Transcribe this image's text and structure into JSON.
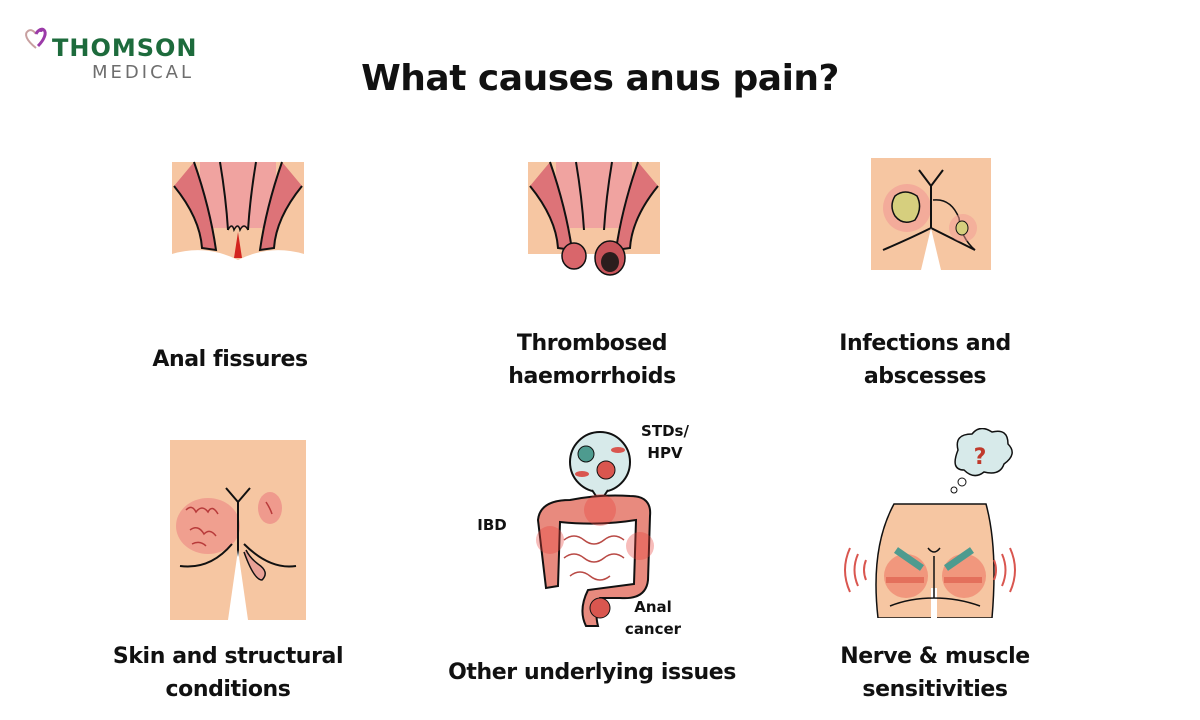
{
  "logo": {
    "line1": "THOMSON",
    "line2": "MEDICAL",
    "colors": {
      "green": "#1d6b3c",
      "grey": "#6e6e6e",
      "purple": "#9b3aa8"
    }
  },
  "title": "What causes anus pain?",
  "causes": [
    {
      "label_lines": [
        "Anal fissures"
      ],
      "illustration": "anal-fissure-illustration"
    },
    {
      "label_lines": [
        "Thrombosed",
        "haemorrhoids"
      ],
      "illustration": "thrombosed-haemorrhoid-illustration"
    },
    {
      "label_lines": [
        "Infections and",
        "abscesses"
      ],
      "illustration": "abscess-illustration"
    },
    {
      "label_lines": [
        "Skin and structural",
        "conditions"
      ],
      "illustration": "skin-condition-illustration"
    },
    {
      "label_lines": [
        "Other underlying issues"
      ],
      "illustration": "colon-illustration",
      "annotations": {
        "stds": [
          "STDs/",
          "HPV"
        ],
        "ibd": "IBD",
        "cancer": [
          "Anal",
          "cancer"
        ]
      }
    },
    {
      "label_lines": [
        "Nerve & muscle",
        "sensitivities"
      ],
      "illustration": "nerve-muscle-illustration"
    }
  ],
  "colors": {
    "skin": "#f6c6a2",
    "tissue": "#e07a7a",
    "inflamed": "#e8403a",
    "pus": "#d6cf7e",
    "teal": "#4e9b8f"
  }
}
